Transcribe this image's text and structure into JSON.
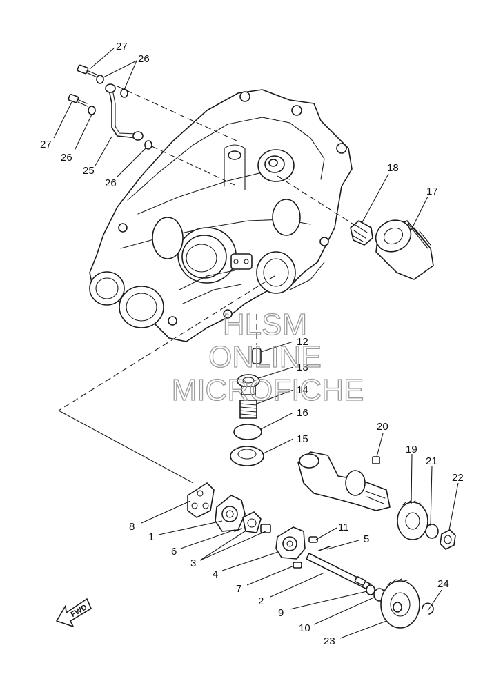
{
  "watermark": {
    "line1": "HLSM",
    "line2": "ONLINE",
    "line3": "MICROFICHE"
  },
  "direction_label": "FWD",
  "callouts": {
    "c1": "1",
    "c2": "2",
    "c3": "3",
    "c4": "4",
    "c5": "5",
    "c6": "6",
    "c7": "7",
    "c8": "8",
    "c9": "9",
    "c10": "10",
    "c11": "11",
    "c12": "12",
    "c13": "13",
    "c14": "14",
    "c15": "15",
    "c16": "16",
    "c17": "17",
    "c18": "18",
    "c19": "19",
    "c20": "20",
    "c21": "21",
    "c22": "22",
    "c23": "23",
    "c24": "24",
    "c25": "25",
    "c26a": "26",
    "c26b": "26",
    "c26c": "26",
    "c27a": "27",
    "c27b": "27"
  }
}
